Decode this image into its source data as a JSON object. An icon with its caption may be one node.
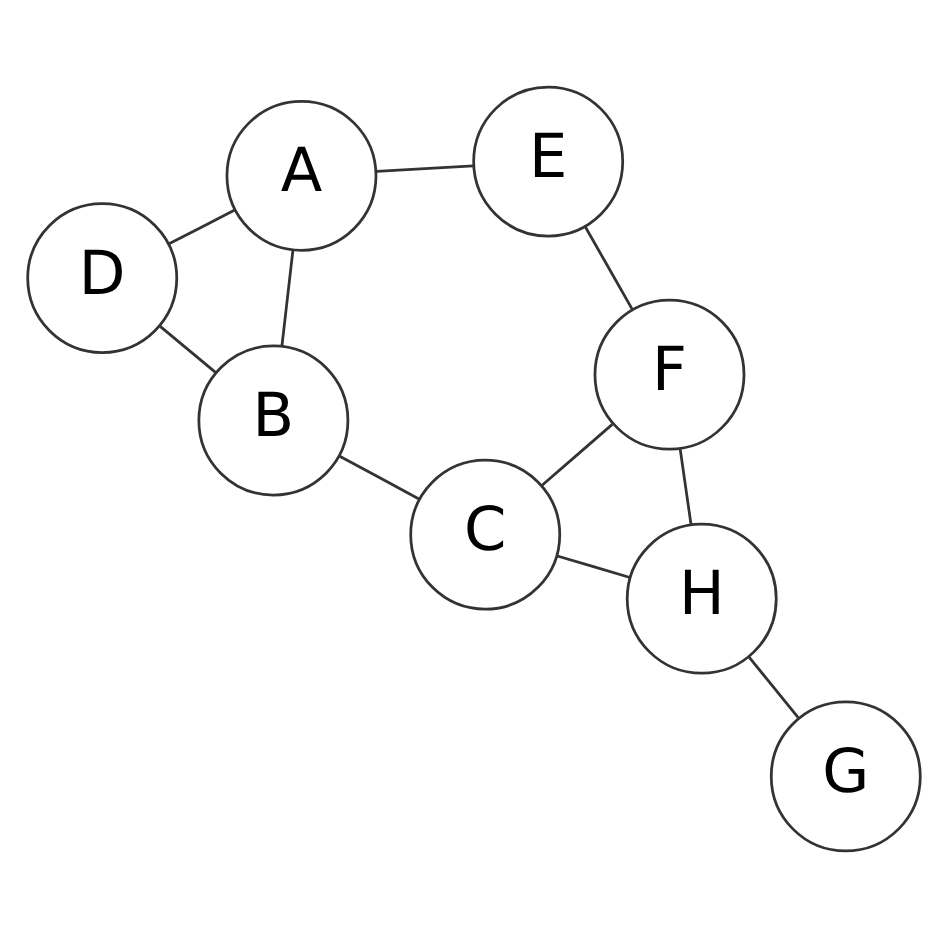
{
  "diagram": {
    "nodes": [
      {
        "text": [
          "D"
        ]
      },
      {
        "text": [
          "A"
        ]
      },
      {
        "text": [
          "B"
        ]
      },
      {
        "text": [
          "E"
        ]
      },
      {
        "text": [
          "F"
        ]
      },
      {
        "text": [
          "C"
        ]
      },
      {
        "text": [
          "G"
        ]
      },
      {
        "text": [
          "H"
        ]
      }
    ],
    "edges": [
      {
        "from": 0,
        "to": 1,
        "arrow": "none"
      },
      {
        "from": 0,
        "to": 2,
        "arrow": "none"
      },
      {
        "from": 2,
        "to": 1,
        "arrow": "none"
      },
      {
        "from": 1,
        "to": 3,
        "arrow": "none"
      },
      {
        "from": 2,
        "to": 5,
        "arrow": "none"
      },
      {
        "from": 5,
        "to": 4,
        "arrow": "none"
      },
      {
        "from": 4,
        "to": 3,
        "arrow": "none"
      },
      {
        "from": 5,
        "to": 7,
        "arrow": "none"
      },
      {
        "from": 4,
        "to": 7,
        "arrow": "none"
      },
      {
        "from": 7,
        "to": 6,
        "arrow": "none"
      }
    ]
  }
}
